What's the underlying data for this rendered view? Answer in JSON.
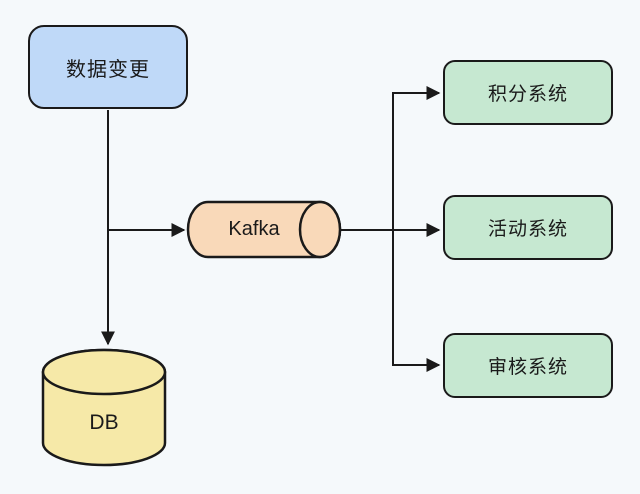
{
  "diagram": {
    "background_color": "#F5F9FB",
    "stroke_color": "#1A1A1A",
    "nodes": {
      "source": {
        "label": "数据变更",
        "shape": "rounded-rect",
        "fill": "#BFD9F8"
      },
      "queue": {
        "label": "Kafka",
        "shape": "horizontal-cylinder",
        "fill": "#F9D9B9"
      },
      "database": {
        "label": "DB",
        "shape": "vertical-cylinder",
        "fill": "#F6E9A8"
      },
      "consumers": [
        {
          "label": "积分系统",
          "shape": "rounded-rect",
          "fill": "#C6E8D1"
        },
        {
          "label": "活动系统",
          "shape": "rounded-rect",
          "fill": "#C6E8D1"
        },
        {
          "label": "审核系统",
          "shape": "rounded-rect",
          "fill": "#C6E8D1"
        }
      ]
    },
    "edges": [
      {
        "from": "数据变更",
        "to": "DB",
        "arrow": true
      },
      {
        "from": "数据变更",
        "to": "Kafka",
        "arrow": true
      },
      {
        "from": "Kafka",
        "to": "积分系统",
        "arrow": true
      },
      {
        "from": "Kafka",
        "to": "活动系统",
        "arrow": true
      },
      {
        "from": "Kafka",
        "to": "审核系统",
        "arrow": true
      }
    ]
  }
}
